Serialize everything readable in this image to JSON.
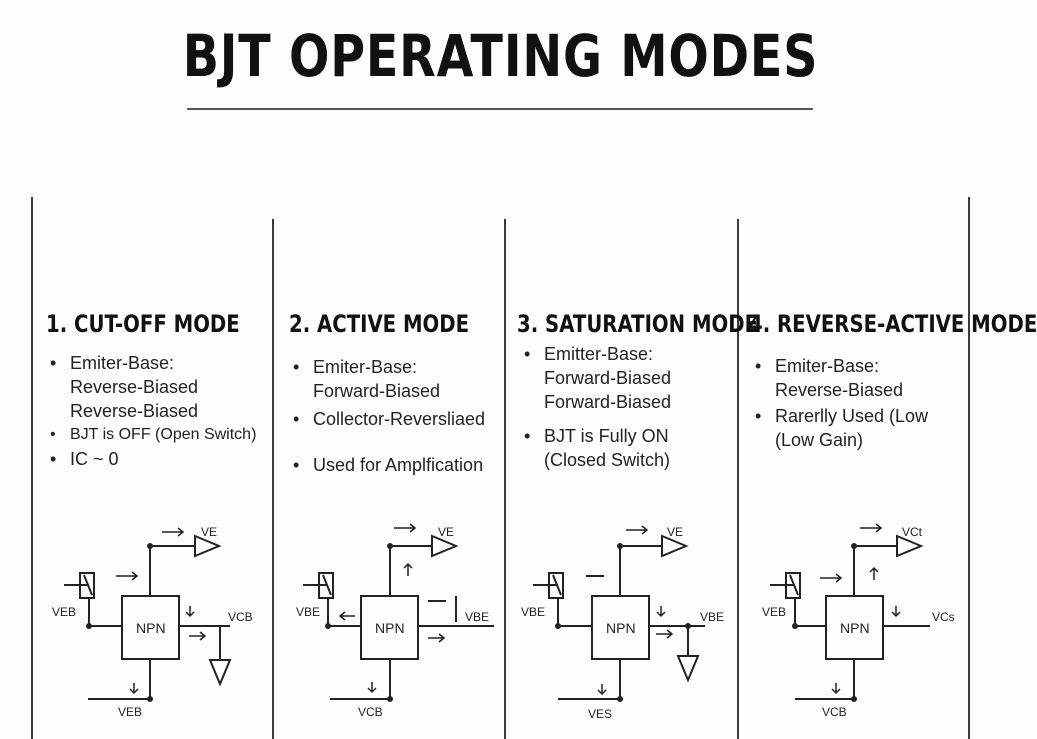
{
  "title": "BJT OPERATING MODES",
  "modes": [
    {
      "title": "1. CUT-OFF MODE",
      "bullets": [
        {
          "lines": [
            "Emiter-Base:",
            "Reverse-Biased",
            "Reverse-Biased"
          ]
        },
        {
          "lines": [
            "BJT is OFF (Open Switch)"
          ]
        },
        {
          "lines": [
            "IC ~ 0"
          ]
        }
      ],
      "circuit": {
        "label_out": "VE",
        "label_left": "VEB",
        "label_right": "VCB",
        "label_bottom": "VEB",
        "npn": "NPN"
      }
    },
    {
      "title": "2. ACTIVE MODE",
      "bullets": [
        {
          "lines": [
            "Emiter-Base:",
            "Forward-Biased"
          ]
        },
        {
          "lines": [
            "Collector-Reversliaed"
          ]
        },
        {
          "lines": [
            "Used for Amplfication"
          ]
        }
      ],
      "circuit": {
        "label_out": "VE",
        "label_left": "VBE",
        "label_right": "VBE",
        "label_bottom": "VCB",
        "npn": "NPN"
      }
    },
    {
      "title": "3. SATURATION MODE",
      "bullets": [
        {
          "lines": [
            "Emitter-Base:",
            "Forward-Biased",
            "Forward-Biased"
          ]
        },
        {
          "lines": [
            "BJT is Fully ON",
            "(Closed Switch)"
          ]
        }
      ],
      "circuit": {
        "label_out": "VE",
        "label_left": "VBE",
        "label_right": "VBE",
        "label_bottom": "VES",
        "npn": "NPN"
      }
    },
    {
      "title": "4. REVERSE-ACTIVE MODE",
      "bullets": [
        {
          "lines": [
            "Emiter-Base:",
            "Reverse-Biased"
          ]
        },
        {
          "lines": [
            "Rarerlly Used (Low",
            "(Low Gain)"
          ]
        }
      ],
      "circuit": {
        "label_out": "VCt",
        "label_left": "VEB",
        "label_right": "VCs",
        "label_bottom": "VCB",
        "npn": "NPN"
      }
    }
  ]
}
